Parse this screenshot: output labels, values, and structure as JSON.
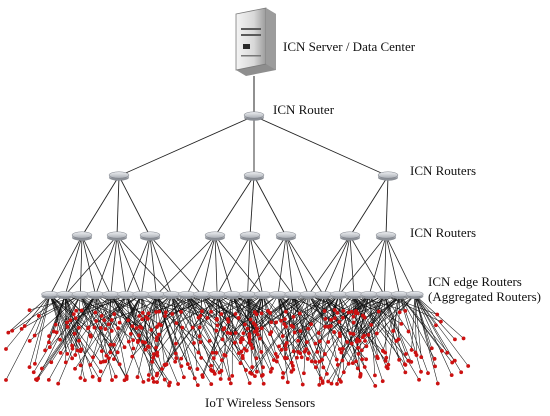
{
  "labels": {
    "server": "ICN Server / Data Center",
    "core_router": "ICN Router",
    "level1_routers": "ICN Routers",
    "level2_routers": "ICN Routers",
    "edge_routers_line1": "ICN edge Routers",
    "edge_routers_line2": "(Aggregated Routers)",
    "sensors": "IoT Wireless Sensors"
  },
  "colors": {
    "link": "#222222",
    "sensor": "#cc1111",
    "router_body": "#b9bcc2",
    "router_top": "#e6e8ec",
    "server_body": "#dcdcdc"
  },
  "icons": {
    "server": "server-tower-icon",
    "router": "router-disc-icon",
    "sensor": "sensor-dot-icon"
  }
}
